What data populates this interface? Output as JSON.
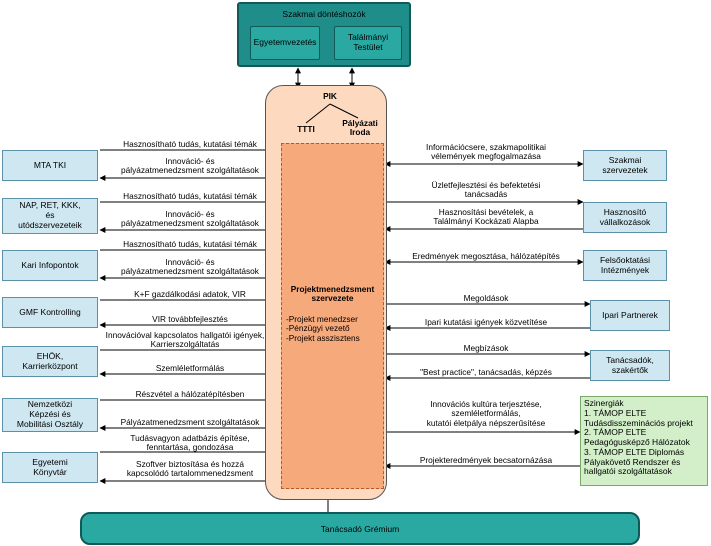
{
  "top": {
    "title": "Szakmai döntéshozók",
    "left_box": "Egyetemvezetés",
    "right_box_line1": "Találmányi",
    "right_box_line2": "Testület"
  },
  "center": {
    "pik": "PIK",
    "ttti": "TTTI",
    "palyazati_line1": "Pályázati",
    "palyazati_line2": "Iroda",
    "pm_title_line1": "Projektmenedzsment",
    "pm_title_line2": "szervezete",
    "roles": [
      "-Projekt menedzser",
      "-Pénzügyi vezető",
      "-Projekt asszisztens"
    ]
  },
  "left_boxes": {
    "mta": "MTA TKI",
    "nap": [
      "NAP, RET, KKK,",
      "és",
      "utódszervezeteik"
    ],
    "kari": "Kari Infopontok",
    "gmf": "GMF Kontrolling",
    "ehok": [
      "EHÖK,",
      "Karrierközpont"
    ],
    "nemzetkozi": [
      "Nemzetközi",
      "Képzési és",
      "Mobilitási Osztály"
    ],
    "konyvtar": [
      "Egyetemi",
      "Könyvtár"
    ]
  },
  "left_labels": {
    "hasznosithato": "Hasznosítható tudás, kutatási témák",
    "innovacio1": "Innováció- és",
    "innovacio2": "pályázatmenedzsment szolgáltatások",
    "kf": "K+F gazdálkodási adatok, VIR",
    "vir": "VIR továbbfejlesztés",
    "innovaciovval1": "Innovációval kapcsolatos hallgatói igények,",
    "innovaciovval2": "Karrierszolgáltatás",
    "szemlelet": "Szemléletformálás",
    "reszvetel": "Részvétel a hálózatépítésben",
    "palyazat": "Pályázatmenedzsment szolgáltatások",
    "tudasvagyon1": "Tudásvagyon adatbázis építése,",
    "tudasvagyon2": "fenntartása, gondozása",
    "szoftver1": "Szoftver biztosítása és hozzá",
    "szoftver2": "kapcsolódó tartalommenedzsment"
  },
  "right_boxes": {
    "szakmai": [
      "Szakmai",
      "szervezetek"
    ],
    "hasznosito": [
      "Hasznosító",
      "vállalkozások"
    ],
    "felsooktatasi": [
      "Felsőoktatási",
      "Intézmények"
    ],
    "ipari": "Ipari Partnerek",
    "tanacsadok": [
      "Tanácsadók,",
      "szakértők"
    ],
    "szinergiak": [
      "Szinergiák",
      "1. TÁMOP ELTE",
      "Tudásdisszeminációs projekt",
      "2. TÁMOP ELTE",
      "Pedagógusképző Hálózatok",
      "3. TÁMOP ELTE Diplomás",
      "Pályakövető Rendszer és",
      "hallgatói szolgáltatások"
    ]
  },
  "right_labels": {
    "informacio1": "Információcsere, szakmapolitikai",
    "informacio2": "vélemények megfogalmazása",
    "uzlet1": "Üzletfejlesztési és befektetési",
    "uzlet2": "tanácsadás",
    "hasznositasi1": "Hasznosítási bevételek, a",
    "hasznositasi2": "Találmányi Kockázati Alapba",
    "eredmenyek": "Eredmények megosztása, hálózatépítés",
    "megoldasok": "Megoldások",
    "ipari_igenyek": "Ipari kutatási igények közvetítése",
    "megbizasok": "Megbízások",
    "best": "\"Best practice\", tanácsadás, képzés",
    "innovacios1": "Innovációs kultúra terjesztése,",
    "innovacios2": "szemléletformálás,",
    "innovacios3": "kutatói életpálya népszerűsítése",
    "projekteredmenyek": "Projekteredmények becsatornázása"
  },
  "bottom": "Tanácsadó Grémium",
  "colors": {
    "teal": "#2aa9a3",
    "teal_dark": "#0f5a57",
    "light_blue": "#cfe7f1",
    "peach": "#fcd9bf",
    "orange": "#f6a97a",
    "light_green": "#d2efc9"
  }
}
